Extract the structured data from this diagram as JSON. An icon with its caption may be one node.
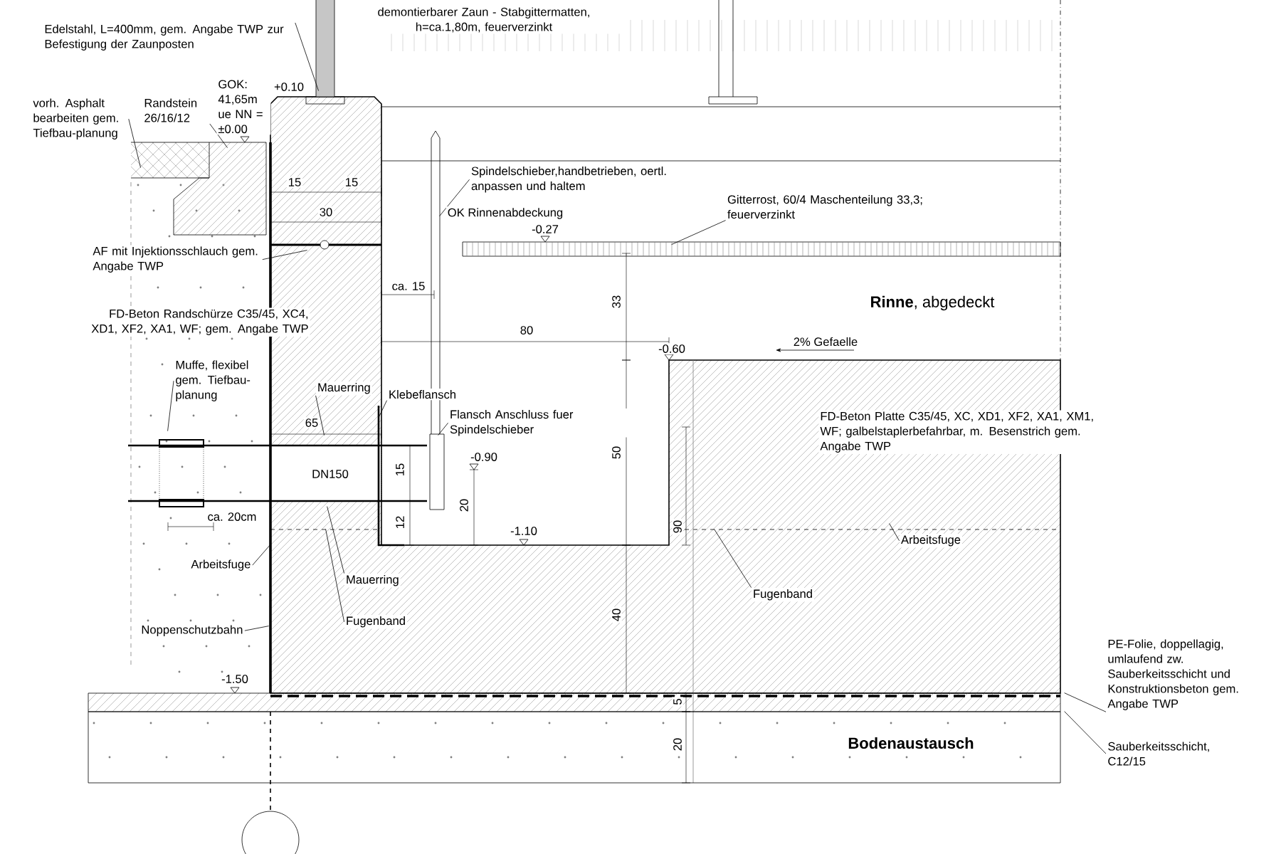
{
  "diagram": {
    "nodes": [
      {
        "text": [],
        "shape": "picture"
      },
      {
        "text": [
          "Edelstahl, L=400mm, gem. Angabe TWP zur Befestigung der Zaunposten"
        ]
      },
      {
        "text": [
          "vorh. Asphalt bearbeiten gem. Tiefbau-planung"
        ]
      },
      {
        "text": [
          "Randstein 26/16/12"
        ]
      },
      {
        "text": [
          "AF mit Injektionsschlauch gem. Angabe TWP"
        ]
      },
      {
        "text": [
          "Spindelschieber,handbetrieben, oertl. anpassen und haltem"
        ],
        "in": 0
      },
      {
        "text": [
          "Gitterrost, 60/4 Maschenteilung 33,3; feuerverzinkt"
        ],
        "in": 0
      },
      {
        "text": [
          "Muffe, flexibel gem. Tiefbau-planung"
        ]
      },
      {
        "text": [
          "Mauerring"
        ],
        "in": 0
      },
      {
        "text": [
          "Klebeflansch"
        ],
        "in": 0
      },
      {
        "text": [
          "Flansch Anschluss fuer Spindelschieber"
        ],
        "in": 0
      },
      {
        "text": [
          "Arbeitsfuge"
        ]
      },
      {
        "text": [
          "Mauerring"
        ],
        "in": 0
      },
      {
        "text": [
          "Fugenband"
        ],
        "in": 0
      },
      {
        "text": [
          "Fugenband"
        ],
        "in": 0
      },
      {
        "text": [
          "Arbeitsfuge"
        ],
        "in": 0
      },
      {
        "text": [
          "Noppenschutzbahn"
        ]
      },
      {
        "text": [
          "PE-Folie, doppellagig, umlaufend zw. Sauberkeitsschicht und Konstruktionsbeton gem. Angabe TWP"
        ]
      },
      {
        "text": [
          "Sauberkeitsschicht, C12/15"
        ]
      }
    ],
    "edges": [
      {
        "from": 1,
        "to": 0,
        "arrow": "none"
      },
      {
        "from": 2,
        "to": 0,
        "arrow": "none"
      },
      {
        "from": 3,
        "to": 0,
        "arrow": "none"
      },
      {
        "from": 4,
        "to": 0,
        "arrow": "none"
      },
      {
        "from": 5,
        "to": 0,
        "arrow": "none"
      },
      {
        "from": 6,
        "to": 0,
        "arrow": "none"
      },
      {
        "from": 7,
        "to": 0,
        "arrow": "none"
      },
      {
        "from": 8,
        "to": 0,
        "arrow": "none"
      },
      {
        "from": 9,
        "to": 0,
        "arrow": "none"
      },
      {
        "from": 10,
        "to": 0,
        "arrow": "none"
      },
      {
        "from": 11,
        "to": 0,
        "arrow": "none"
      },
      {
        "from": 12,
        "to": 0,
        "arrow": "none"
      },
      {
        "from": 13,
        "to": 0,
        "arrow": "none"
      },
      {
        "from": 14,
        "to": 0,
        "arrow": "none"
      },
      {
        "from": 15,
        "to": 0,
        "arrow": "none"
      },
      {
        "from": 16,
        "to": 0,
        "arrow": "none"
      },
      {
        "from": 17,
        "to": 0,
        "arrow": "none"
      },
      {
        "from": 18,
        "to": 0,
        "arrow": "none"
      }
    ],
    "labels": [
      "demontierbarer Zaun - Stabgittermatten, h=ca.1,80m, feuerverzinkt",
      "+0.10",
      "GOK: 41,65m ue NN = ±0.00",
      "15",
      "15",
      "30",
      "OK Rinnenabdeckung",
      "-0.27",
      "ca. 15",
      "33",
      "FD-Beton Randschürze C35/45, XC4, XD1, XF2, XA1, WF; gem. Angabe TWP",
      "**Rinne**, abgedeckt",
      "80",
      "-0.60",
      "2% Gefaelle",
      "65",
      "FD-Beton Platte C35/45, XC, XD1, XF2, XA1, XM1, WF; galbelstaplerbefahrbar, m. Besenstrich gem. Angabe TWP",
      "DN150",
      "15",
      "-0.90",
      "50",
      "20",
      "ca. 20cm",
      "12",
      "-1.10",
      "90",
      "40",
      "-1.50",
      "5",
      "Bodenaustausch",
      "20"
    ]
  }
}
